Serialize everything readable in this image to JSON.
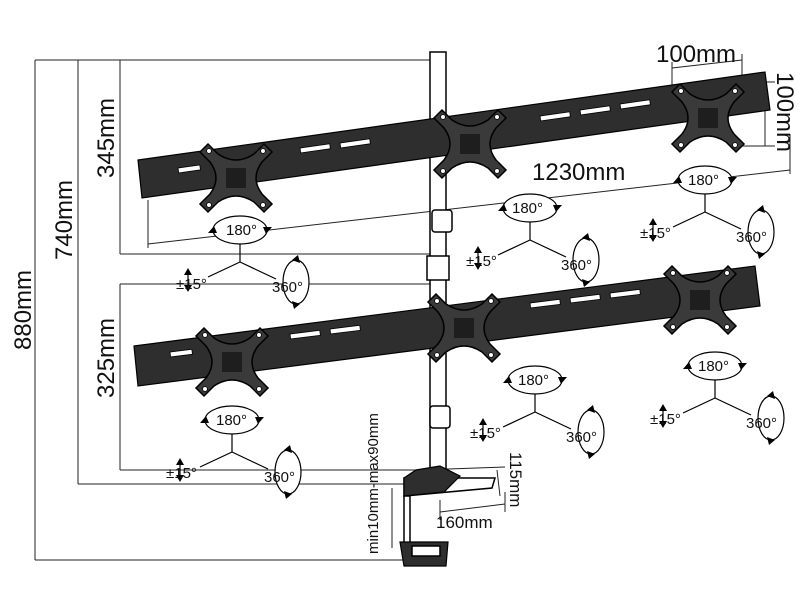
{
  "dimensions": {
    "total_height": "880mm",
    "upper_height": "740mm",
    "top_rail_offset": "345mm",
    "lower_rail_offset": "325mm",
    "vesa_width": "100mm",
    "vesa_height": "100mm",
    "rail_length": "1230mm",
    "clamp_depth": "160mm",
    "clamp_height": "115mm",
    "desk_thickness": "min10mm-max90mm"
  },
  "motion": {
    "rotation": "180°",
    "tilt": "±15°",
    "swivel": "360°"
  }
}
